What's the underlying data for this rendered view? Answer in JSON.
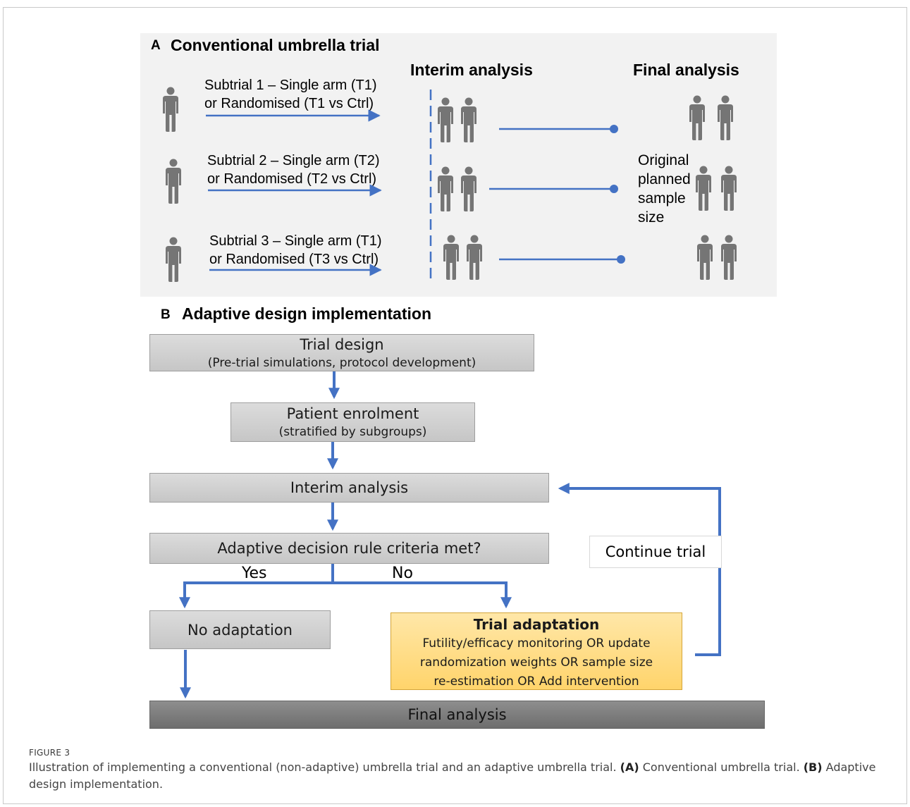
{
  "panel_a": {
    "letter": "A",
    "title": "Conventional umbrella trial",
    "interim_heading": "Interim analysis",
    "final_heading": "Final analysis",
    "subtrials": [
      {
        "line1": "Subtrial 1 – Single arm (T1)",
        "line2": "or Randomised (T1 vs Ctrl)"
      },
      {
        "line1": "Subtrial 2 – Single arm (T2)",
        "line2": "or Randomised (T2 vs Ctrl)"
      },
      {
        "line1": "Subtrial 3 – Single arm (T1)",
        "line2": "or Randomised (T3 vs Ctrl)"
      }
    ],
    "planned_label": [
      "Original",
      "planned",
      "sample",
      "size"
    ],
    "person_icon": "person-icon",
    "accent_color": "#4472c4",
    "figure_color": "#757575"
  },
  "panel_b": {
    "letter": "B",
    "title": "Adaptive design implementation",
    "trial_design": {
      "title": "Trial design",
      "subtitle": "(Pre-trial simulations, protocol development)"
    },
    "enrolment": {
      "title": "Patient enrolment",
      "subtitle": "(stratified  by subgroups)"
    },
    "interim": "Interim analysis",
    "decision": "Adaptive decision rule criteria met?",
    "yes_label": "Yes",
    "no_label": "No",
    "no_adaptation": "No adaptation",
    "trial_adaptation": {
      "title": "Trial adaptation",
      "lines": [
        "Futility/efficacy monitoring OR update",
        "randomization weights OR sample size",
        "re-estimation OR Add intervention"
      ]
    },
    "continue": "Continue trial",
    "final": "Final analysis",
    "adaptation_color": "#ffd46b"
  },
  "figure": {
    "label": "FIGURE 3",
    "caption_text": "Illustration of implementing a conventional (non-adaptive) umbrella trial and an adaptive umbrella trial. ",
    "caption_a_ref": "(A)",
    "caption_a_text": " Conventional umbrella trial. ",
    "caption_b_ref": "(B)",
    "caption_b_text": " Adaptive design implementation."
  }
}
